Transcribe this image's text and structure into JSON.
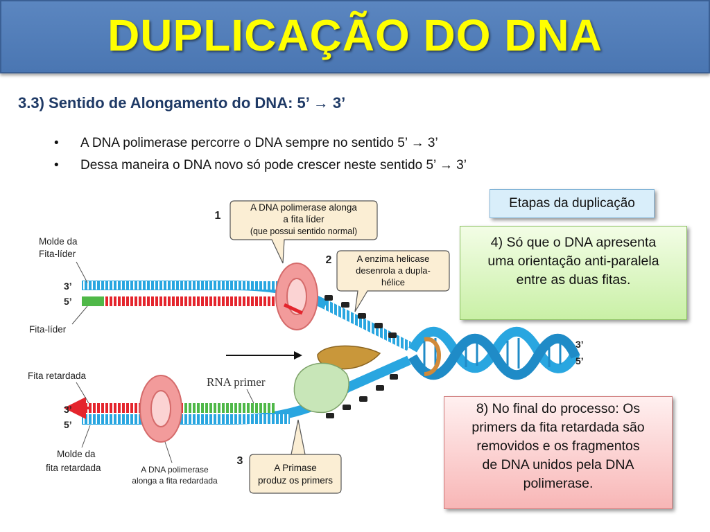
{
  "slide": {
    "title": "DUPLICAÇÃO DO DNA",
    "subtitle": "3.3) Sentido de Alongamento do DNA: 5’ → 3’",
    "bullets": [
      "A DNA polimerase percorre o DNA sempre no sentido 5’ → 3’",
      "Dessa maneira o DNA novo só pode crescer neste sentido 5’ → 3’"
    ],
    "bullet_glyph": "•"
  },
  "diagram": {
    "step1_number": "1",
    "step1_callout": [
      "A DNA polimerase alonga",
      "a fita líder",
      "(que possui sentido normal)"
    ],
    "step2_number": "2",
    "step2_callout": [
      "A enzima helicase",
      "desenrola a dupla-",
      "hélice"
    ],
    "step3_number": "3",
    "step3_callout": [
      "A Primase",
      "produz os primers"
    ],
    "label_molde_lider": [
      "Molde da",
      "Fita-líder"
    ],
    "label_fita_lider": "Fita-líder",
    "label_fita_retardada": "Fita retardada",
    "label_molde_retardada": [
      "Molde da",
      "fita retardada"
    ],
    "label_polimerase_retardada": [
      "A DNA polimerase",
      "alonga a fita redardada"
    ],
    "label_rna_primer": "RNA primer",
    "end_3_top": "3’",
    "end_5_top": "5’",
    "end_3_right": "3’",
    "end_5_right": "5’",
    "end_3_bottom": "3’",
    "end_5_bottom": "5’"
  },
  "boxes": {
    "etapas": "Etapas da duplicação",
    "green_note": "4) Só que o DNA apresenta\numa orientação anti-paralela\nentre as duas fitas.",
    "red_note": "8) No final do processo: Os\nprimers da fita retardada são\nremovidos e os fragmentos\nde DNA unidos pela DNA\npolimerase."
  },
  "colors": {
    "title_text": "#ffff00",
    "title_bar": "#4f7cb8",
    "subtitle": "#1f3a66",
    "strand_blue": "#29a6e0",
    "strand_red": "#e4252d",
    "primer_green": "#4fb848",
    "polymerase_pink": "#f29b9b"
  }
}
